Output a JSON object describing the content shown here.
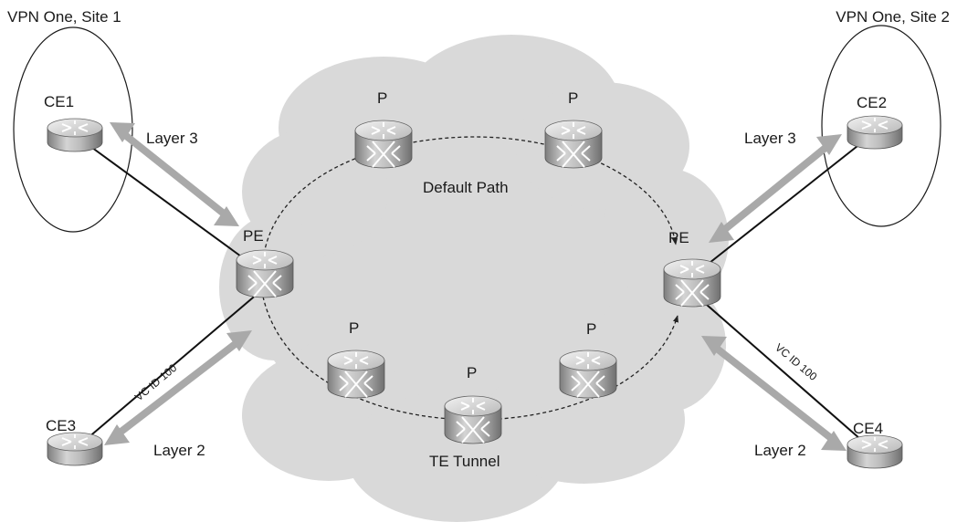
{
  "sites": {
    "site1_label": "VPN One, Site 1",
    "site2_label": "VPN One, Site 2"
  },
  "routers": {
    "ce1": "CE1",
    "ce2": "CE2",
    "ce3": "CE3",
    "ce4": "CE4",
    "pe_left": "PE",
    "pe_right": "PE",
    "p_top_left": "P",
    "p_top_right": "P",
    "p_bottom_left": "P",
    "p_bottom_mid": "P",
    "p_bottom_right": "P"
  },
  "links": {
    "layer3_left": "Layer 3",
    "layer3_right": "Layer 3",
    "layer2_left": "Layer 2",
    "layer2_right": "Layer 2",
    "vc_left": "VC ID 100",
    "vc_right": "VC ID 100"
  },
  "paths": {
    "default_path": "Default Path",
    "te_tunnel": "TE Tunnel"
  },
  "colors": {
    "cloud": "#d9d9d9",
    "arrow": "#a9a9a9",
    "router_body": "#a8a8a8"
  }
}
